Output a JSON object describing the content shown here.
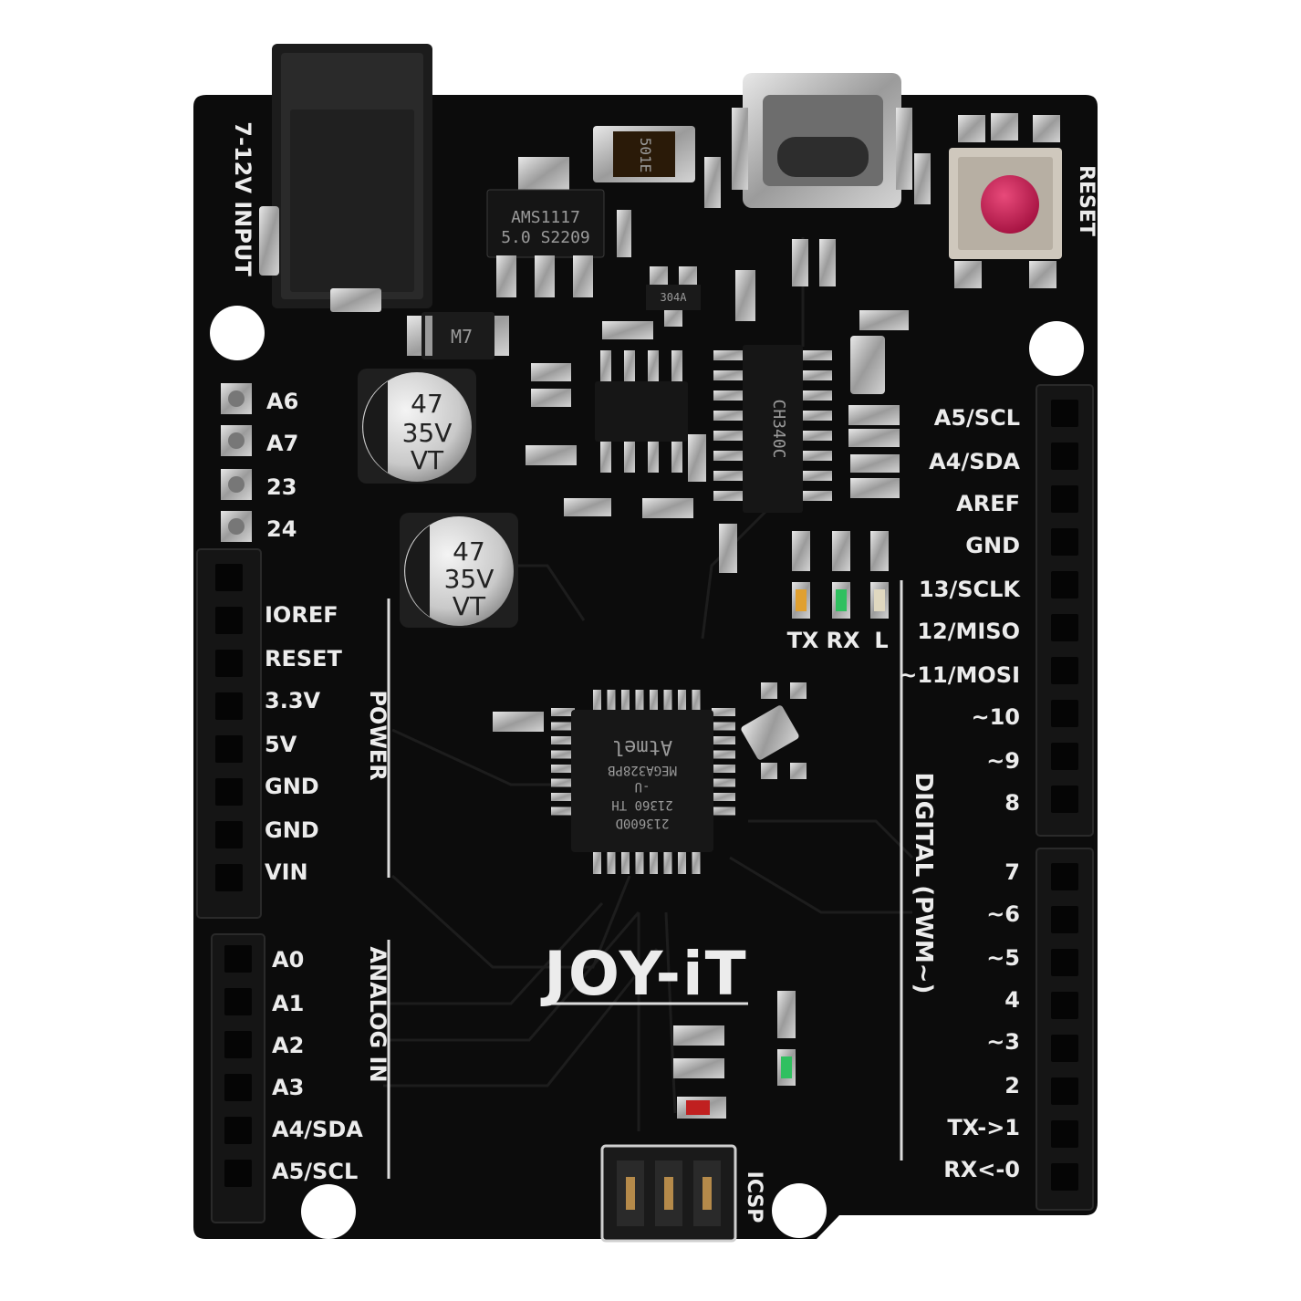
{
  "labels": {
    "input": "7-12V INPUT",
    "reset": "RESET",
    "icsp": "ICSP",
    "power": "POWER",
    "analog_in": "ANALOG IN",
    "digital": "DIGITAL (PWM~)",
    "tx": "TX",
    "rx": "RX",
    "l": "L",
    "brand": "JOY-iT"
  },
  "top_left_pins": [
    "A6",
    "A7",
    "23",
    "24"
  ],
  "power_pins": [
    "IOREF",
    "RESET",
    "3.3V",
    "5V",
    "GND",
    "GND",
    "VIN"
  ],
  "analog_pins": [
    "A0",
    "A1",
    "A2",
    "A3",
    "A4/SDA",
    "A5/SCL"
  ],
  "digital_pins": [
    "A5/SCL",
    "A4/SDA",
    "AREF",
    "GND",
    "13/SCLK",
    "12/MISO",
    "~11/MOSI",
    "~10",
    "~9",
    "8",
    "7",
    "~6",
    "~5",
    "4",
    "~3",
    "2",
    "TX->1",
    "RX<-0"
  ],
  "components": {
    "regulator": [
      "AMS1117",
      "5.0  S2209"
    ],
    "diode": "M7",
    "fuse": "501E",
    "cap1": [
      "47",
      "35V",
      "VT"
    ],
    "cap2": [
      "47",
      "35V",
      "VT"
    ],
    "mcu": [
      "Atmel",
      "MEGA328PB",
      "-U",
      "21360  TH",
      "213600D"
    ],
    "usb_chip": "CH340C",
    "sot": "304A"
  },
  "colors": {
    "board": "#0c0c0c",
    "silkscreen": "#ececec",
    "reset_button": "#c41a52",
    "header": "#151515"
  }
}
